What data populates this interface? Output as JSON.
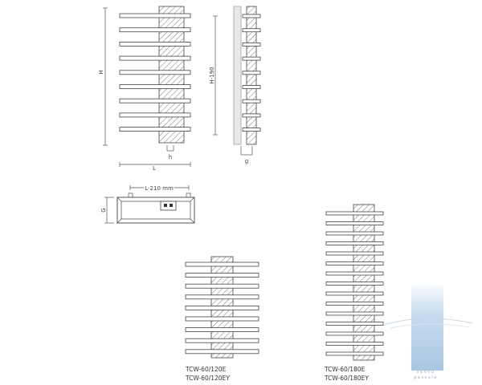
{
  "drawing_a": {
    "dim_height": "H",
    "dim_width": "L",
    "dim_depth_h": "h"
  },
  "drawing_b": {
    "dim_height": "H-190",
    "dim_wall_gap": "g"
  },
  "drawing_c": {
    "dim_pitch": "L-210 mm",
    "dim_depth": "G"
  },
  "model_120": {
    "line1": "TCW-60/120E",
    "line2": "TCW-60/120EY"
  },
  "model_180": {
    "line1": "TCW-60/180E",
    "line2": "TCW-60/180EY"
  },
  "logo": {
    "line1": "vennu",
    "line2": "passule"
  },
  "colors": {
    "line": "#444444",
    "hatch": "#555555",
    "logo_blue": "#b9d2e8"
  }
}
